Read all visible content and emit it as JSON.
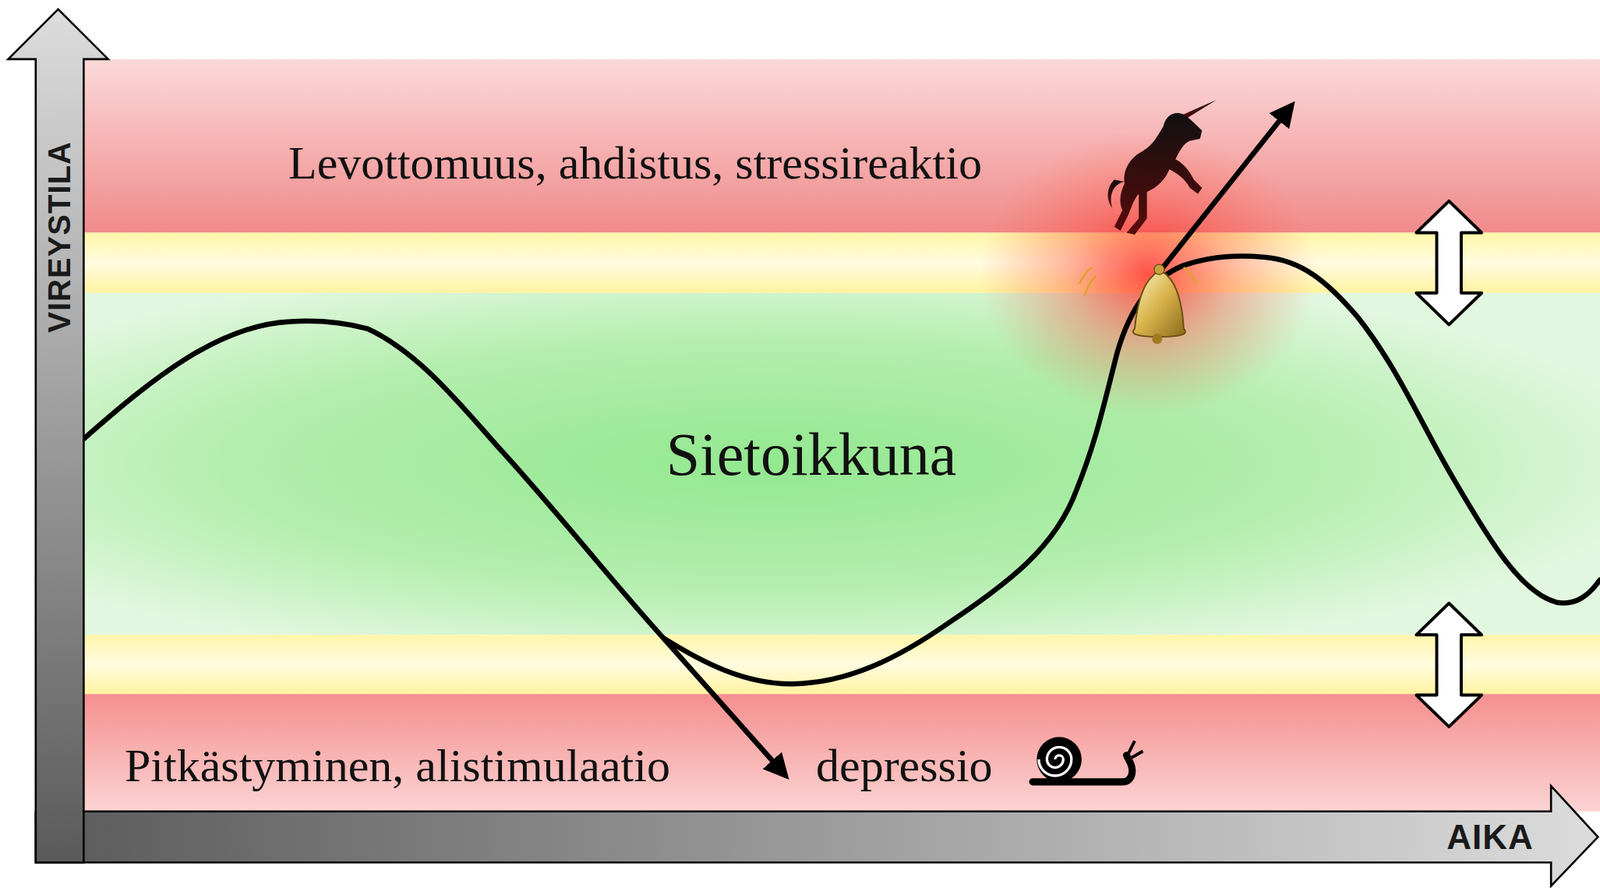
{
  "diagram": {
    "nodes": [
      {
        "text": [
          "Levottomuus, ahdistus, stressireaktio"
        ]
      },
      {
        "text": [
          "Sietoikkuna"
        ]
      },
      {
        "text": [
          "Pitkästyminen, alistimulaatio",
          "depressio"
        ]
      }
    ],
    "labels": [
      "VIREYSTILA",
      "AIKA"
    ]
  }
}
